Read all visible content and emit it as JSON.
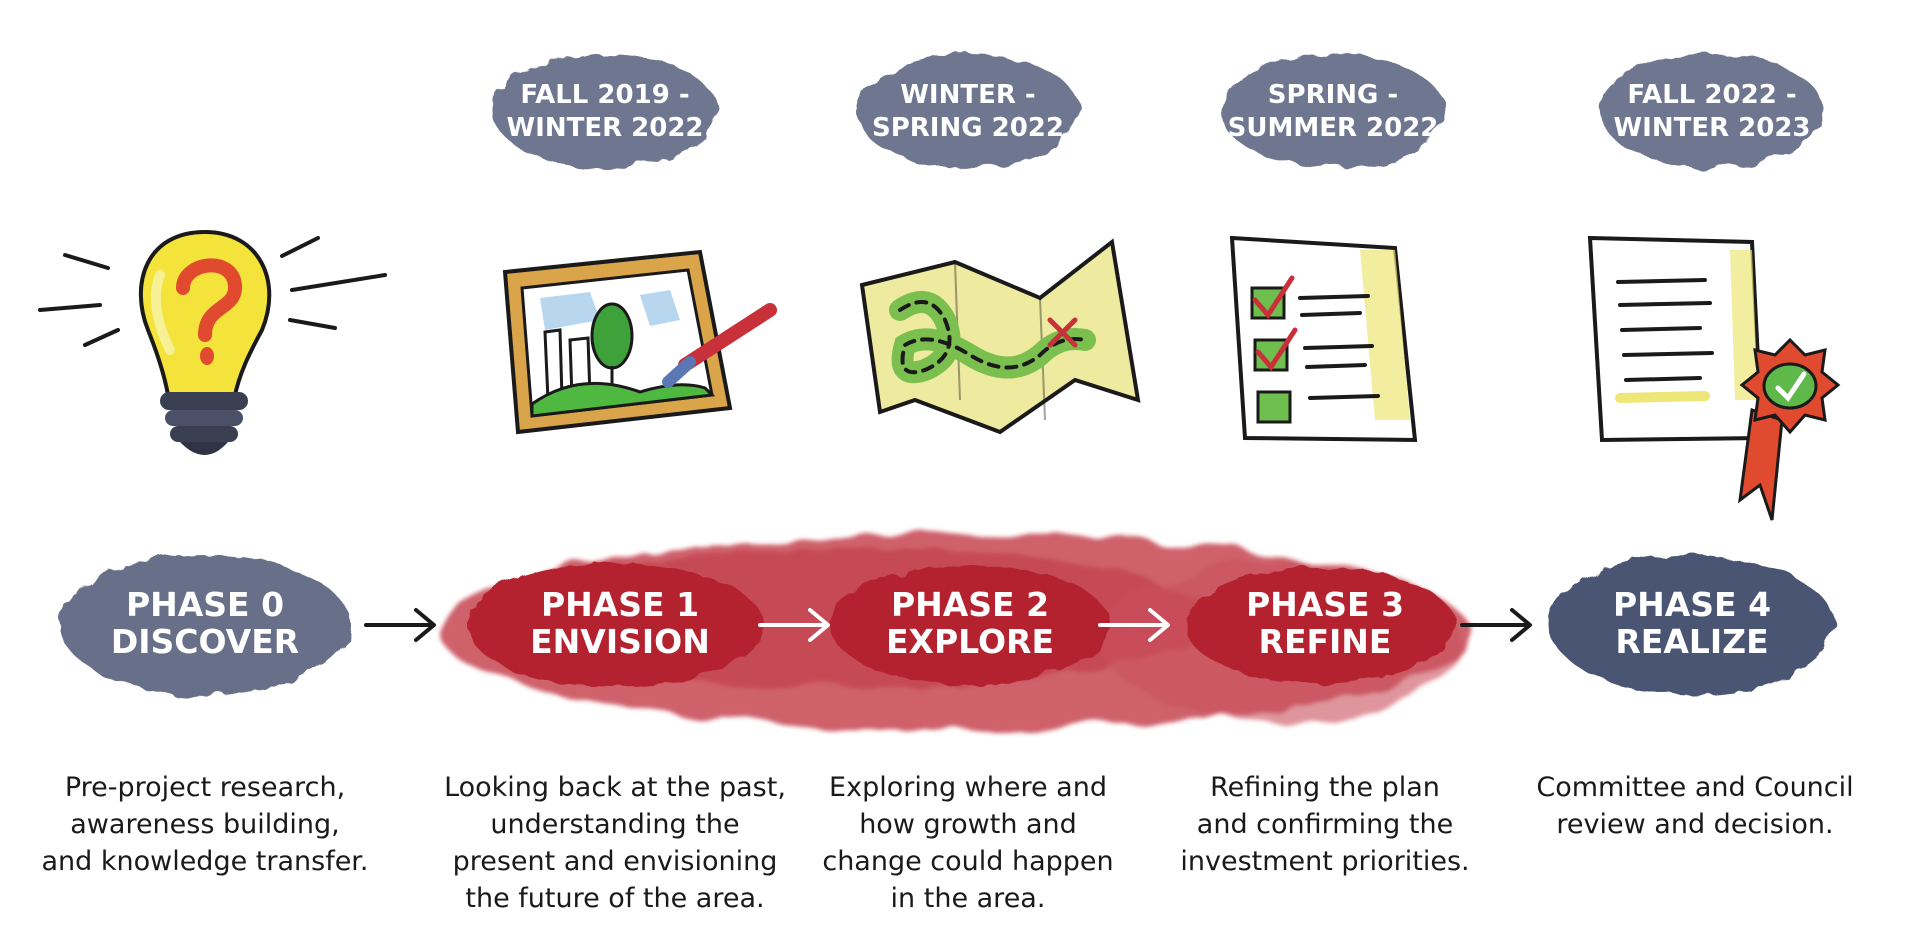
{
  "phases": [
    {
      "id": "phase0",
      "date": [],
      "title": [
        "PHASE 0",
        "DISCOVER"
      ],
      "desc": [
        "Pre-project research,",
        "awareness building,",
        "and knowledge transfer."
      ],
      "icon": "lightbulb-question-icon"
    },
    {
      "id": "phase1",
      "date": [
        "FALL 2019 -",
        "WINTER 2022"
      ],
      "title": [
        "PHASE 1",
        "ENVISION"
      ],
      "desc": [
        "Looking back at the past,",
        "understanding the",
        "present and envisioning",
        "the future of the area."
      ],
      "icon": "painting-frame-icon"
    },
    {
      "id": "phase2",
      "date": [
        "WINTER -",
        "SPRING 2022"
      ],
      "title": [
        "PHASE 2",
        "EXPLORE"
      ],
      "desc": [
        "Exploring where and",
        "how growth and",
        "change could happen",
        "in the area."
      ],
      "icon": "treasure-map-icon"
    },
    {
      "id": "phase3",
      "date": [
        "SPRING -",
        "SUMMER 2022"
      ],
      "title": [
        "PHASE 3",
        "REFINE"
      ],
      "desc": [
        "Refining the plan",
        "and confirming the",
        "investment priorities."
      ],
      "icon": "checklist-icon"
    },
    {
      "id": "phase4",
      "date": [
        "FALL 2022 -",
        "WINTER 2023"
      ],
      "title": [
        "PHASE 4",
        "REALIZE"
      ],
      "desc": [
        "Committee and Council",
        "review and decision."
      ],
      "icon": "certificate-ribbon-icon"
    }
  ],
  "colors": {
    "slate": "#5b6380",
    "slate_dark": "#4a5472",
    "red": "#b3202f",
    "red_light": "#c8404c",
    "ink": "#1a1a1a"
  }
}
